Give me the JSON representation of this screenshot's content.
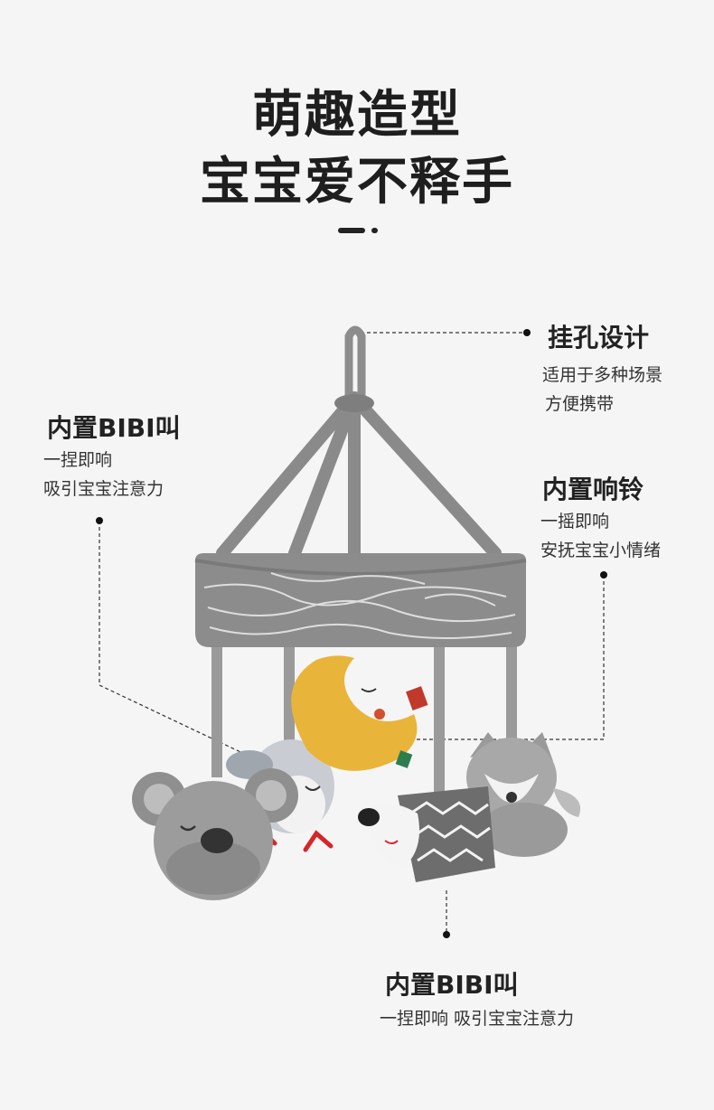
{
  "heading": {
    "line1": "萌趣造型",
    "line2": "宝宝爱不释手"
  },
  "callouts": {
    "hanging_hole": {
      "title": "挂孔设计",
      "line1": "适用于多种场景",
      "line2": "方便携带"
    },
    "bibi_left": {
      "title": "内置BIBI叫",
      "line1": "一捏即响",
      "line2": "吸引宝宝注意力"
    },
    "bell_right": {
      "title": "内置响铃",
      "line1": "一摇即响",
      "line2": "安抚宝宝小情绪"
    },
    "bibi_bottom": {
      "title": "内置BIBI叫",
      "line1": "一捏即响 吸引宝宝注意力"
    }
  },
  "colors": {
    "background": "#f5f5f5",
    "band_gray": "#8c8c8c",
    "strap_gray": "#8a8a8a",
    "moon_yellow": "#e9b43a",
    "text_dark": "#222222"
  },
  "icons": [
    "koala-toy-icon",
    "owl-toy-icon",
    "moon-toy-icon",
    "hedgehog-toy-icon",
    "fox-toy-icon"
  ]
}
